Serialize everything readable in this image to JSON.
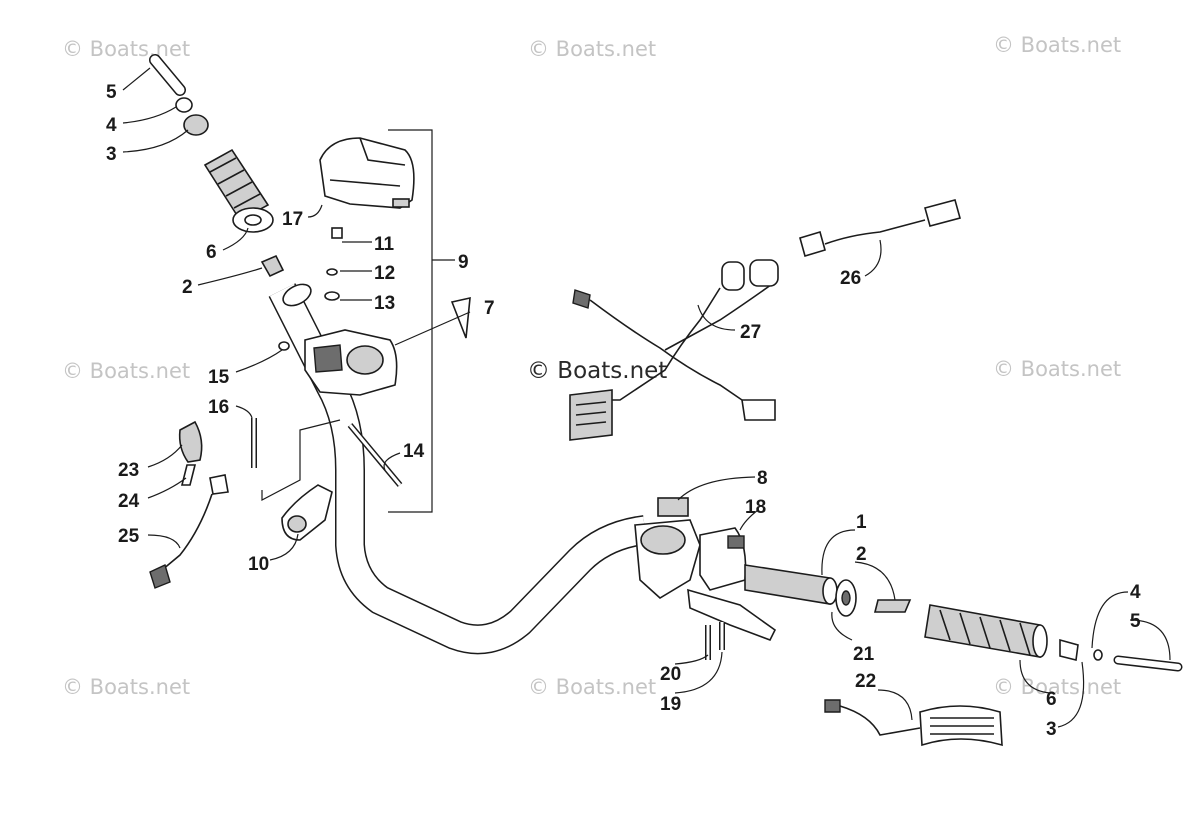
{
  "watermark": "© Boats.net",
  "callouts": [
    {
      "id": "c5a",
      "text": "5"
    },
    {
      "id": "c4a",
      "text": "4"
    },
    {
      "id": "c3a",
      "text": "3"
    },
    {
      "id": "c6a",
      "text": "6"
    },
    {
      "id": "c2a",
      "text": "2"
    },
    {
      "id": "c17",
      "text": "17"
    },
    {
      "id": "c11",
      "text": "11"
    },
    {
      "id": "c12",
      "text": "12"
    },
    {
      "id": "c13",
      "text": "13"
    },
    {
      "id": "c9",
      "text": "9"
    },
    {
      "id": "c7",
      "text": "7"
    },
    {
      "id": "c15",
      "text": "15"
    },
    {
      "id": "c16",
      "text": "16"
    },
    {
      "id": "c14",
      "text": "14"
    },
    {
      "id": "c23",
      "text": "23"
    },
    {
      "id": "c24",
      "text": "24"
    },
    {
      "id": "c25",
      "text": "25"
    },
    {
      "id": "c10",
      "text": "10"
    },
    {
      "id": "c26",
      "text": "26"
    },
    {
      "id": "c27",
      "text": "27"
    },
    {
      "id": "c8",
      "text": "8"
    },
    {
      "id": "c18",
      "text": "18"
    },
    {
      "id": "c1",
      "text": "1"
    },
    {
      "id": "c2b",
      "text": "2"
    },
    {
      "id": "c4b",
      "text": "4"
    },
    {
      "id": "c5b",
      "text": "5"
    },
    {
      "id": "c21",
      "text": "21"
    },
    {
      "id": "c20",
      "text": "20"
    },
    {
      "id": "c19",
      "text": "19"
    },
    {
      "id": "c22",
      "text": "22"
    },
    {
      "id": "c6b",
      "text": "6"
    },
    {
      "id": "c3b",
      "text": "3"
    }
  ]
}
